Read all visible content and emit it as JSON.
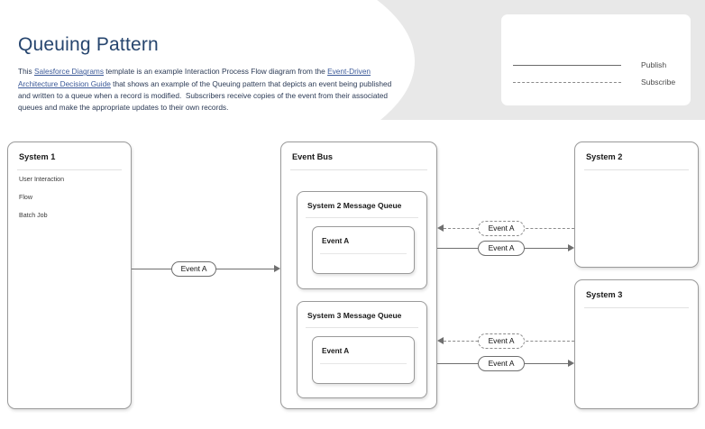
{
  "header": {
    "title": "Queuing Pattern",
    "description_parts": [
      {
        "type": "text",
        "text": "This "
      },
      {
        "type": "link",
        "text": "Salesforce Diagrams"
      },
      {
        "type": "text",
        "text": " template is an example Interaction Process Flow diagram from the "
      },
      {
        "type": "link",
        "text": "Event-Driven Architecture Decision Guide"
      },
      {
        "type": "text",
        "text": " that shows an example of the Queuing pattern that depicts an event being published and written to a queue when a record is modified.  Subscribers receive copies of the event from their associated queues and make the appropriate updates to their own records."
      }
    ],
    "description_plain": "This Salesforce Diagrams template is an example Interaction Process Flow diagram from the Event-Driven Architecture Decision Guide that shows an example of the Queuing pattern that depicts an event being published and written to a queue when a record is modified.  Subscribers receive copies of the event from their associated queues and make the appropriate updates to their own records.",
    "link_1": "Salesforce Diagrams",
    "link_2": "Event-Driven Architecture Decision Guide"
  },
  "legend": {
    "rows": [
      {
        "label": "Publish",
        "style": "solid"
      },
      {
        "label": "Subscribe",
        "style": "dashed"
      }
    ]
  },
  "diagram": {
    "system1": {
      "title": "System 1",
      "items": [
        {
          "label": "User Interaction"
        },
        {
          "label": "Flow"
        },
        {
          "label": "Batch Job"
        }
      ]
    },
    "event_bus": {
      "title": "Event Bus",
      "queues": [
        {
          "title": "System 2 Message Queue",
          "event": {
            "title": "Event A"
          }
        },
        {
          "title": "System 3 Message Queue",
          "event": {
            "title": "Event A"
          }
        }
      ]
    },
    "system2": {
      "title": "System 2"
    },
    "system3": {
      "title": "System 3"
    },
    "connectors": [
      {
        "name": "system1-to-eventbus",
        "label": "Event A",
        "style": "solid",
        "direction": "right"
      },
      {
        "name": "eventbus-to-system2-subscribe",
        "label": "Event A",
        "style": "dashed",
        "direction": "left"
      },
      {
        "name": "eventbus-to-system2-publish",
        "label": "Event A",
        "style": "solid",
        "direction": "right"
      },
      {
        "name": "eventbus-to-system3-subscribe",
        "label": "Event A",
        "style": "dashed",
        "direction": "left"
      },
      {
        "name": "eventbus-to-system3-publish",
        "label": "Event A",
        "style": "solid",
        "direction": "right"
      }
    ]
  },
  "colors": {
    "title": "#26456e",
    "link": "#3b5998",
    "banner": "#e8e8e8",
    "line": "#6f6f6f",
    "dashed_line": "#8b8b8b",
    "box_border": "#9a9a9a"
  }
}
